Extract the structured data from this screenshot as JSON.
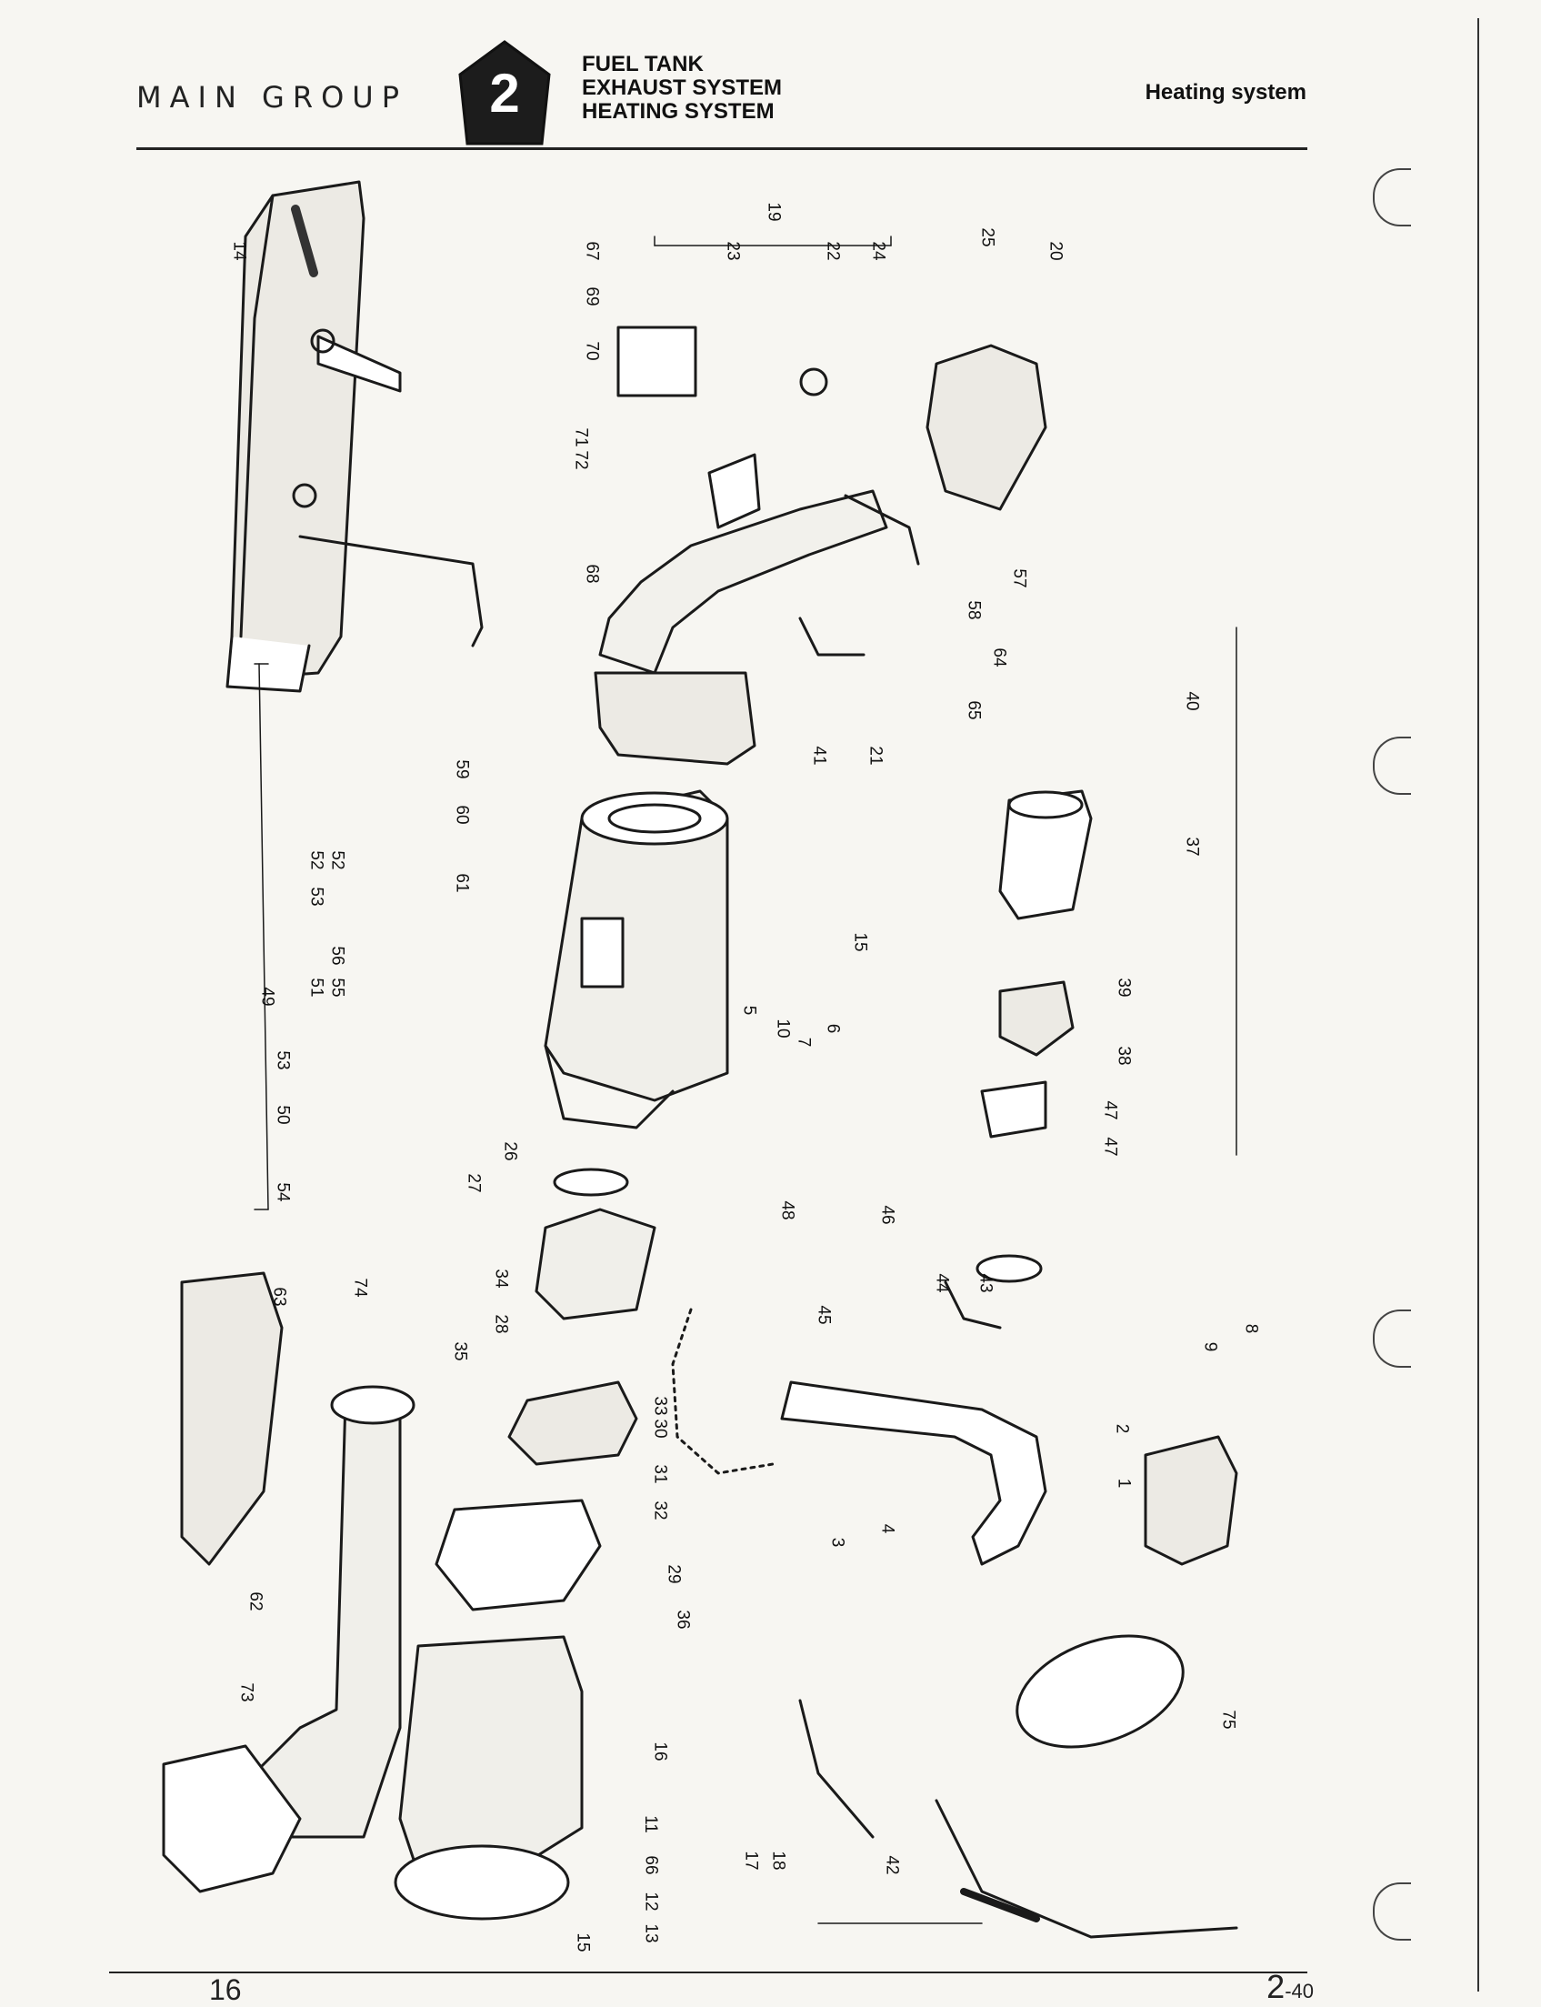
{
  "header": {
    "main_group": "MAIN GROUP",
    "group_number": "2",
    "titles": [
      "FUEL TANK",
      "EXHAUST SYSTEM",
      "HEATING SYSTEM"
    ],
    "section": "Heating system"
  },
  "footer": {
    "page_left": "16",
    "page_right_main": "2",
    "page_right_sub": "-40"
  },
  "callouts": [
    "14",
    "67",
    "69",
    "70",
    "71",
    "72",
    "68",
    "19",
    "23",
    "22",
    "24",
    "25",
    "20",
    "57",
    "58",
    "64",
    "65",
    "21",
    "41",
    "40",
    "37",
    "39",
    "38",
    "47",
    "47",
    "59",
    "60",
    "61",
    "15",
    "49",
    "52",
    "52",
    "53",
    "56",
    "51",
    "55",
    "53",
    "50",
    "54",
    "5",
    "10",
    "7",
    "6",
    "26",
    "27",
    "48",
    "46",
    "43",
    "44",
    "45",
    "34",
    "28",
    "35",
    "33",
    "30",
    "31",
    "32",
    "9",
    "8",
    "2",
    "1",
    "4",
    "3",
    "63",
    "74",
    "29",
    "36",
    "62",
    "73",
    "16",
    "11",
    "66",
    "12",
    "13",
    "17",
    "18",
    "42",
    "75",
    "15"
  ]
}
